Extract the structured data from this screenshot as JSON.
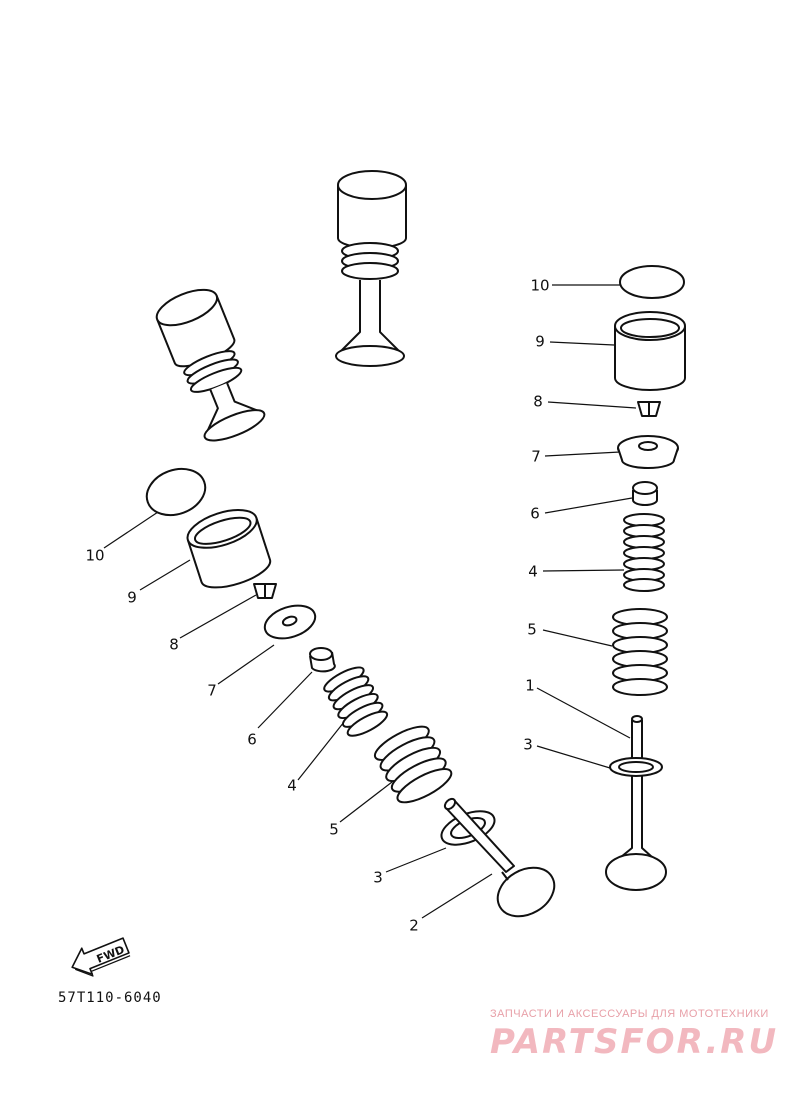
{
  "diagram": {
    "left_group": {
      "labels": [
        "10",
        "9",
        "8",
        "7",
        "6",
        "4",
        "5",
        "3",
        "2"
      ]
    },
    "right_group": {
      "labels": [
        "10",
        "9",
        "8",
        "7",
        "6",
        "4",
        "5",
        "1",
        "3"
      ]
    },
    "fwd_label": "FWD",
    "reference_code": "57T110-6040"
  },
  "watermark": {
    "tagline": "ЗАПЧАСТИ И АКСЕССУАРЫ ДЛЯ МОТОТЕХНИКИ",
    "logo_text": "PARTSFOR.RU",
    "color": "#f2b8bf"
  }
}
